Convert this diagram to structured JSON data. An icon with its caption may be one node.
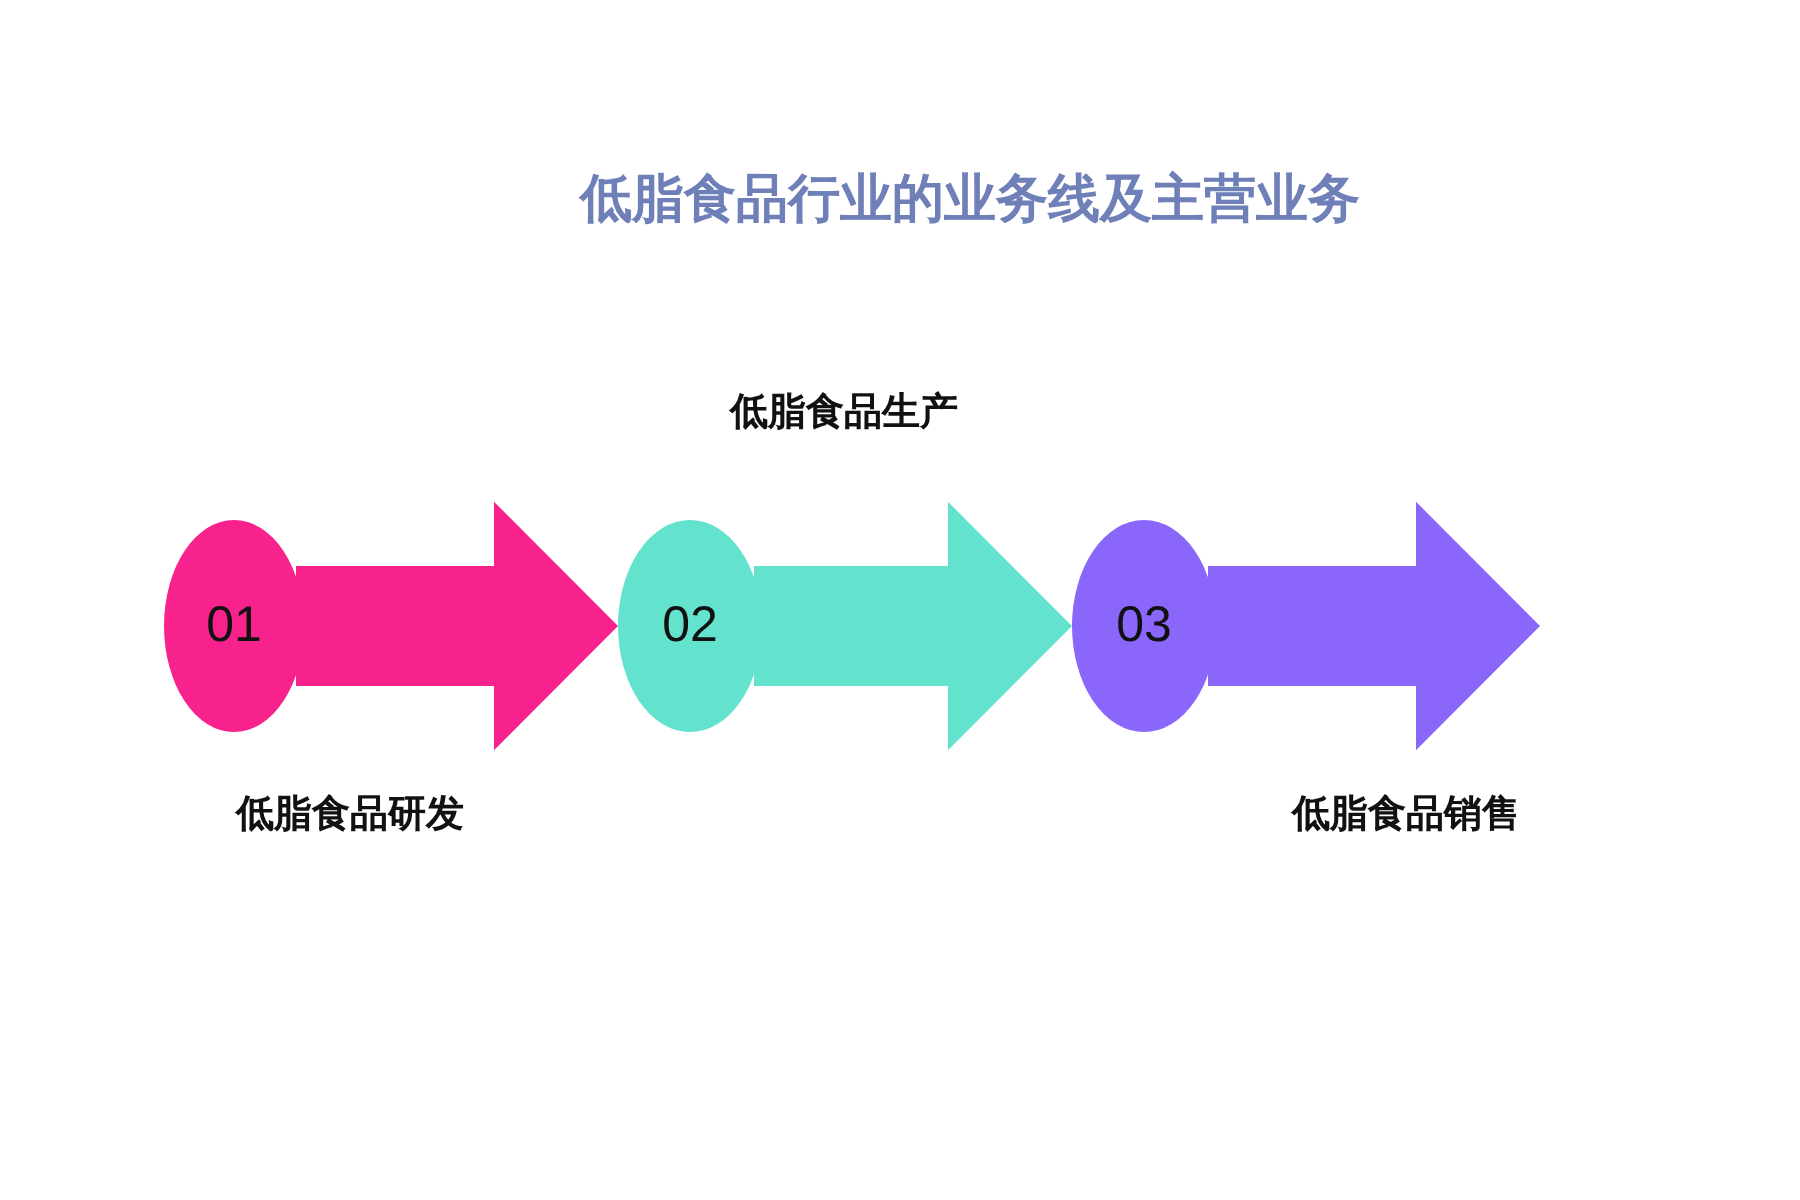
{
  "diagram": {
    "title": "低脂食品行业的业务线及主营业务",
    "nodes": [
      {
        "text": [
          "01"
        ],
        "beside": [
          "低脂食品研发"
        ]
      },
      {
        "text": [
          "02"
        ],
        "beside": [
          "低脂食品生产"
        ]
      },
      {
        "text": [
          "03"
        ],
        "beside": [
          "低脂食品销售"
        ]
      }
    ],
    "edges": [
      {
        "from": 0,
        "to": 1,
        "arrow": "to",
        "style": "thick",
        "color": "#f7228c"
      },
      {
        "from": 1,
        "to": 2,
        "arrow": "to",
        "style": "thick",
        "color": "#63e3cd"
      },
      {
        "from": 2,
        "to": null,
        "arrow": "to",
        "style": "thick",
        "color": "#8a66fb"
      }
    ]
  }
}
